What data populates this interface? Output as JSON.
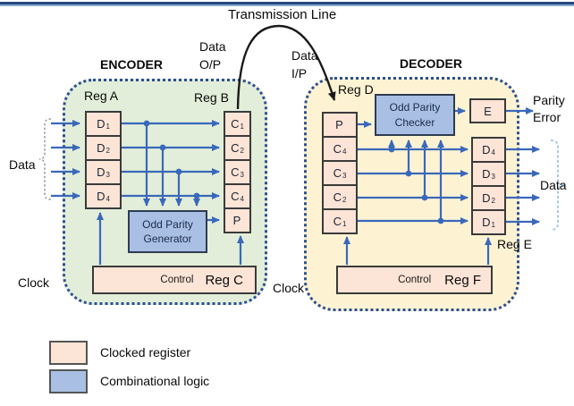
{
  "labels": {
    "transmission_line": "Transmission Line",
    "data_out_top": {
      "line1": "Data",
      "line2": "O/P"
    },
    "data_in_top": {
      "line1": "Data",
      "line2": "I/P"
    },
    "parity_error": {
      "line1": "Parity",
      "line2": "Error"
    },
    "data_left": "Data",
    "data_right": "Data",
    "clock_encoder": "Clock",
    "clock_decoder": "Clock"
  },
  "encoder": {
    "title": "ENCODER",
    "reg_a": {
      "label": "Reg A",
      "cells": [
        {
          "base": "D",
          "sub": "1"
        },
        {
          "base": "D",
          "sub": "2"
        },
        {
          "base": "D",
          "sub": "3"
        },
        {
          "base": "D",
          "sub": "4"
        }
      ]
    },
    "reg_b": {
      "label": "Reg B",
      "cells": [
        {
          "base": "C",
          "sub": "1"
        },
        {
          "base": "C",
          "sub": "2"
        },
        {
          "base": "C",
          "sub": "3"
        },
        {
          "base": "C",
          "sub": "4"
        },
        {
          "base": "P",
          "sub": ""
        }
      ]
    },
    "parity_generator": {
      "line1": "Odd Parity",
      "line2": "Generator"
    },
    "control": {
      "label": "Control",
      "reg_label": "Reg C"
    }
  },
  "decoder": {
    "title": "DECODER",
    "reg_d": {
      "label": "Reg D",
      "cells": [
        {
          "base": "P",
          "sub": ""
        },
        {
          "base": "C",
          "sub": "4"
        },
        {
          "base": "C",
          "sub": "3"
        },
        {
          "base": "C",
          "sub": "2"
        },
        {
          "base": "C",
          "sub": "1"
        }
      ]
    },
    "reg_e": {
      "label": "Reg E",
      "cells": [
        {
          "base": "D",
          "sub": "4"
        },
        {
          "base": "D",
          "sub": "3"
        },
        {
          "base": "D",
          "sub": "2"
        },
        {
          "base": "D",
          "sub": "1"
        }
      ]
    },
    "parity_checker": {
      "line1": "Odd Parity",
      "line2": "Checker"
    },
    "error_cell": "E",
    "control": {
      "label": "Control",
      "reg_label": "Reg F"
    }
  },
  "legend": {
    "items": [
      {
        "label": "Clocked register",
        "swatch_color": "#fce4d6"
      },
      {
        "label": "Combinational logic",
        "swatch_color": "#a9c0e4"
      }
    ]
  },
  "colors": {
    "register_fill": "#fce4d6",
    "logic_fill": "#a9c0e4",
    "encoder_fill": "#e2eed9",
    "decoder_fill": "#fdf3d3",
    "wire_blue": "#3a68ba",
    "outline_navy": "#2d4f93",
    "transmission_black": "#1a1a1a",
    "top_rule_dark": "#27477e",
    "top_rule_light": "#8aabd6"
  }
}
